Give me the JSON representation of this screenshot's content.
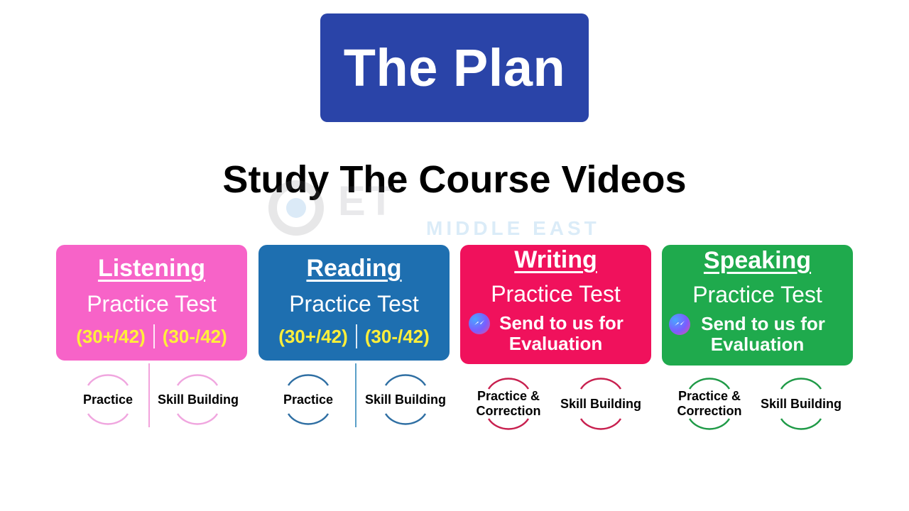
{
  "title": "The Plan",
  "subtitle": "Study The Course Videos",
  "watermark": {
    "brand": "ET",
    "region": "MIDDLE EAST"
  },
  "colors": {
    "title_bg": "#2a44a8",
    "listening": "#f763c8",
    "reading": "#1e6fb0",
    "writing": "#f0115c",
    "speaking": "#1faa4d",
    "score_text": "#ffef3a"
  },
  "icons": {
    "messenger": "messenger-icon"
  },
  "cards": [
    {
      "skill": "Listening",
      "subtitle": "Practice Test",
      "scores": [
        "(30+/42)",
        "(30-/42)"
      ],
      "outcomes": [
        "Practice",
        "Skill Building"
      ]
    },
    {
      "skill": "Reading",
      "subtitle": "Practice Test",
      "scores": [
        "(30+/42)",
        "(30-/42)"
      ],
      "outcomes": [
        "Practice",
        "Skill Building"
      ]
    },
    {
      "skill": "Writing",
      "subtitle": "Practice Test",
      "send_line1": "Send to us for",
      "send_line2": "Evaluation",
      "outcomes": [
        "Practice & Correction",
        "Skill Building"
      ]
    },
    {
      "skill": "Speaking",
      "subtitle": "Practice Test",
      "send_line1": "Send to us for",
      "send_line2": "Evaluation",
      "outcomes": [
        "Practice & Correction",
        "Skill Building"
      ]
    }
  ]
}
